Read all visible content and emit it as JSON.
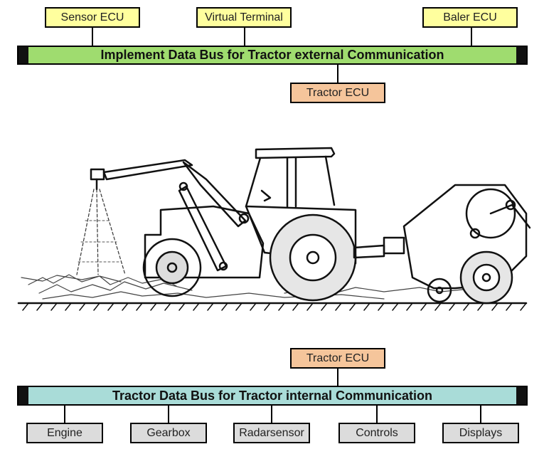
{
  "implement_bus": {
    "label": "Implement Data Bus for Tractor external Communication",
    "color": "#9fdc6f",
    "nodes_above": [
      "Sensor ECU",
      "Virtual Terminal",
      "Baler ECU"
    ],
    "node_below": "Tractor ECU"
  },
  "tractor_bus": {
    "label": "Tractor Data Bus for Tractor internal Communication",
    "color": "#a9dcd8",
    "node_above": "Tractor ECU",
    "nodes_below": [
      "Engine",
      "Gearbox",
      "Radarsensor",
      "Controls",
      "Displays"
    ]
  },
  "colors": {
    "ecu_yellow": "#ffff9e",
    "ecu_orange": "#f5c59b",
    "component_gray": "#dcdcdc"
  },
  "illustration": {
    "subject": "tractor-with-baler-illustration"
  }
}
